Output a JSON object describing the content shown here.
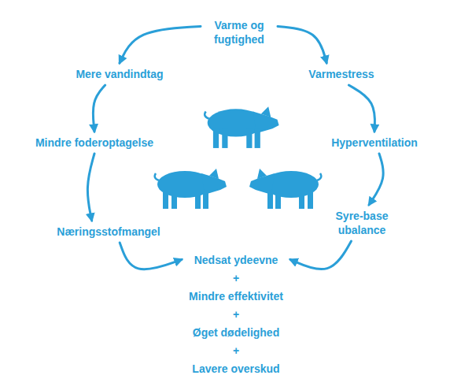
{
  "diagram": {
    "nodes": [
      {
        "text": [
          "Varme og fugtighed"
        ]
      },
      {
        "text": [
          "Mere vandindtag"
        ]
      },
      {
        "text": [
          "Varmestress"
        ]
      },
      {
        "text": [
          "Mindre foderoptagelse"
        ]
      },
      {
        "text": [
          "Hyperventilation"
        ]
      },
      {
        "text": [
          "Næringsstofmangel"
        ]
      },
      {
        "text": [
          "Syre-base ubalance"
        ]
      },
      {
        "text": [
          "Nedsat ydeevne",
          "+",
          "Mindre effektivitet",
          "+",
          "Øget dødelighed",
          "+",
          "Lavere overskud"
        ]
      }
    ],
    "edges": [
      {
        "from": 0,
        "to": 1,
        "arrow": "to"
      },
      {
        "from": 1,
        "to": 3,
        "arrow": "to"
      },
      {
        "from": 3,
        "to": 5,
        "arrow": "to"
      },
      {
        "from": 5,
        "to": 7,
        "arrow": "to"
      },
      {
        "from": 0,
        "to": 2,
        "arrow": "to"
      },
      {
        "from": 2,
        "to": 4,
        "arrow": "to"
      },
      {
        "from": 4,
        "to": 6,
        "arrow": "to"
      },
      {
        "from": 6,
        "to": 7,
        "arrow": "to"
      }
    ]
  }
}
